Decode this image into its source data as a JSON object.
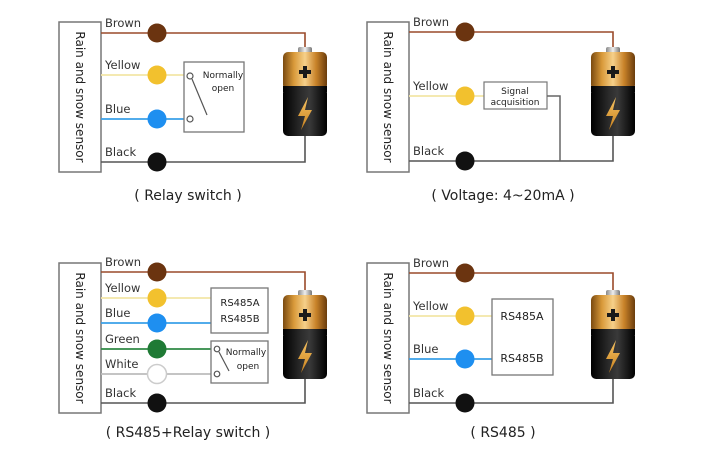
{
  "colors": {
    "brown": "#6b3410",
    "brown_wire": "#9a4a2a",
    "yellow": "#f2c12e",
    "yellow_wire": "#f3e6a6",
    "blue": "#1e8ff0",
    "blue_wire": "#3aa0e8",
    "green": "#1f7a35",
    "green_wire": "#2f8a45",
    "white": "#ffffff",
    "white_wire": "#bbbbbb",
    "black": "#111111",
    "black_wire": "#555555"
  },
  "diagrams": [
    {
      "id": "relay",
      "sensor_label": "Rain and snow sensor",
      "caption": "( Relay switch )",
      "wires": [
        {
          "name": "brown",
          "label": "Brown"
        },
        {
          "name": "yellow",
          "label": "Yellow"
        },
        {
          "name": "blue",
          "label": "Blue"
        },
        {
          "name": "black",
          "label": "Black"
        }
      ],
      "boxes": [
        {
          "lines": [
            "Normally",
            "open"
          ],
          "type": "relay"
        }
      ]
    },
    {
      "id": "voltage",
      "sensor_label": "Rain and snow sensor",
      "caption": "( Voltage: 4~20mA )",
      "wires": [
        {
          "name": "brown",
          "label": "Brown"
        },
        {
          "name": "yellow",
          "label": "Yellow"
        },
        {
          "name": "black",
          "label": "Black"
        }
      ],
      "boxes": [
        {
          "lines": [
            "Signal",
            "acquisition"
          ],
          "type": "signal"
        }
      ]
    },
    {
      "id": "rs485-relay",
      "sensor_label": "Rain and snow sensor",
      "caption": "( RS485+Relay switch )",
      "wires": [
        {
          "name": "brown",
          "label": "Brown"
        },
        {
          "name": "yellow",
          "label": "Yellow"
        },
        {
          "name": "blue",
          "label": "Blue"
        },
        {
          "name": "green",
          "label": "Green"
        },
        {
          "name": "white",
          "label": "White"
        },
        {
          "name": "black",
          "label": "Black"
        }
      ],
      "boxes": [
        {
          "lines": [
            "RS485A",
            "RS485B"
          ],
          "type": "rs485"
        },
        {
          "lines": [
            "Normally",
            "open"
          ],
          "type": "relay"
        }
      ]
    },
    {
      "id": "rs485",
      "sensor_label": "Rain and snow sensor",
      "caption": "( RS485 )",
      "wires": [
        {
          "name": "brown",
          "label": "Brown"
        },
        {
          "name": "yellow",
          "label": "Yellow"
        },
        {
          "name": "blue",
          "label": "Blue"
        },
        {
          "name": "black",
          "label": "Black"
        }
      ],
      "boxes": [
        {
          "lines": [
            "RS485A",
            "RS485B"
          ],
          "type": "rs485"
        }
      ]
    }
  ]
}
